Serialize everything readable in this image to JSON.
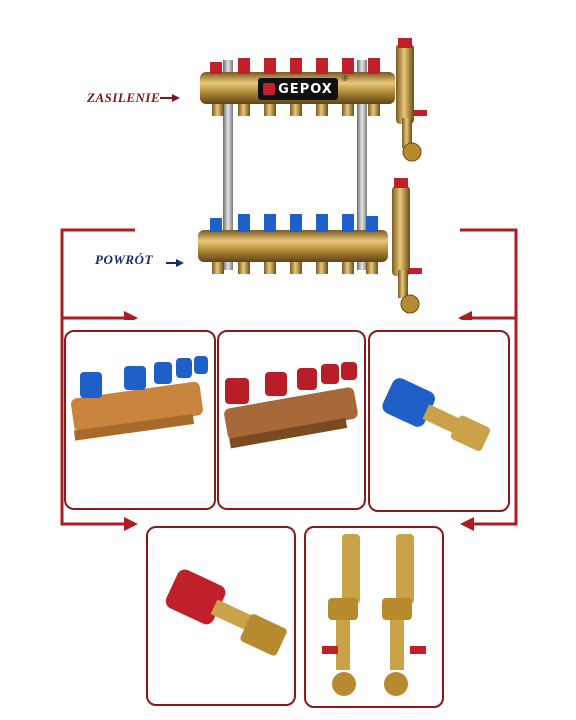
{
  "manifold": {
    "supply_label": "ZASILENIE",
    "return_label": "POWRÓT",
    "brand": "GEPOX",
    "brand_mark": "®"
  },
  "colors": {
    "frame": "#8a1a1a",
    "brass": "#c9a24a",
    "red_cap": "#c0202a",
    "blue_cap": "#1f5fc8"
  },
  "panels": [
    {
      "name": "blue-valve-manifold"
    },
    {
      "name": "red-valve-manifold"
    },
    {
      "name": "blue-valve-insert"
    },
    {
      "name": "red-valve-insert"
    },
    {
      "name": "air-vent-drain-valves"
    }
  ]
}
